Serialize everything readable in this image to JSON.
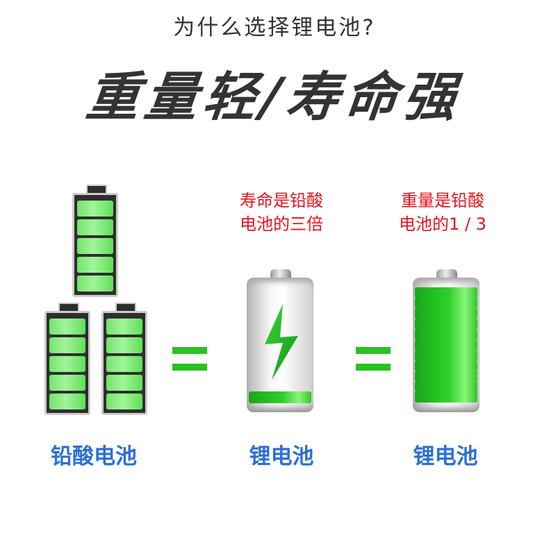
{
  "header": {
    "subtitle": "为什么选择锂电池?",
    "headline": "重量轻/寿命强"
  },
  "comparisons": [
    {
      "label": "铅酸电池",
      "battery_type": "lead-acid",
      "count": 3,
      "cells_per_battery": 5
    },
    {
      "label": "锂电池",
      "battery_type": "lithium-charging",
      "note_lines": [
        "寿命是铅酸",
        "电池的三倍"
      ]
    },
    {
      "label": "锂电池",
      "battery_type": "lithium-full",
      "bars": 11,
      "note_lines": [
        "重量是铅酸",
        "电池的1 / 3"
      ]
    }
  ],
  "operators": [
    "=",
    "="
  ],
  "colors": {
    "title": "#333333",
    "note_red": "#e8121b",
    "label_blue": "#2a6fd6",
    "equals_green": "#29c222",
    "cell_green": "#72e46c"
  }
}
